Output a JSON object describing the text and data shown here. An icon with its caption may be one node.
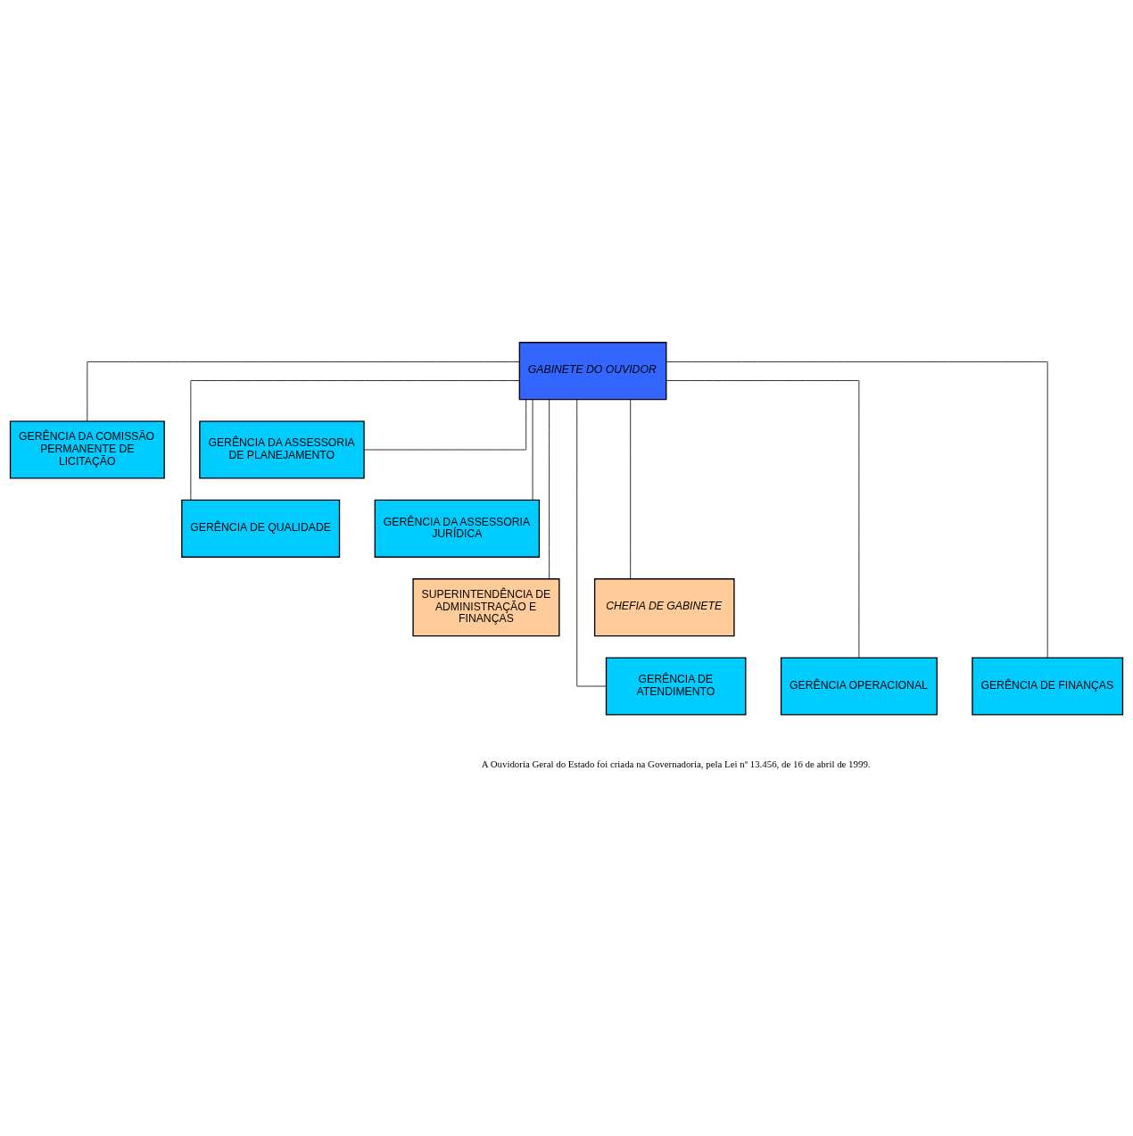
{
  "diagram": {
    "nodes": [
      {
        "text": [
          "GABINETE DO OUVIDOR"
        ]
      },
      {
        "text": [
          "GERÊNCIA DA COMISSÃO PERMANENTE DE LICITAÇÃO"
        ]
      },
      {
        "text": [
          "GERÊNCIA DA ASSESSORIA DE PLANEJAMENTO"
        ]
      },
      {
        "text": [
          "GERÊNCIA DE QUALIDADE"
        ]
      },
      {
        "text": [
          "GERÊNCIA DA ASSESSORIA JURÍDICA"
        ]
      },
      {
        "text": [
          "SUPERINTENDÊNCIA DE ADMINISTRAÇÃO E FINANÇAS"
        ]
      },
      {
        "text": [
          "CHEFIA DE GABINETE"
        ]
      },
      {
        "text": [
          "GERÊNCIA DE ATENDIMENTO"
        ]
      },
      {
        "text": [
          "GERÊNCIA OPERACIONAL"
        ]
      },
      {
        "text": [
          "GERÊNCIA DE FINANÇAS"
        ]
      }
    ],
    "edges": [
      {
        "from": 0,
        "to": 1,
        "arrow": "none"
      },
      {
        "from": 0,
        "to": 2,
        "arrow": "none"
      },
      {
        "from": 0,
        "to": 3,
        "arrow": "none"
      },
      {
        "from": 0,
        "to": 4,
        "arrow": "none"
      },
      {
        "from": 0,
        "to": 5,
        "arrow": "none"
      },
      {
        "from": 0,
        "to": 6,
        "arrow": "none"
      },
      {
        "from": 0,
        "to": 7,
        "arrow": "none"
      },
      {
        "from": 0,
        "to": 8,
        "arrow": "none"
      },
      {
        "from": 0,
        "to": 9,
        "arrow": "none"
      }
    ],
    "labels": [
      "A Ouvidoria Geral do Estado foi criada na Governadoria, pela Lei nº 13.456, de 16 de abril de 1999."
    ]
  }
}
